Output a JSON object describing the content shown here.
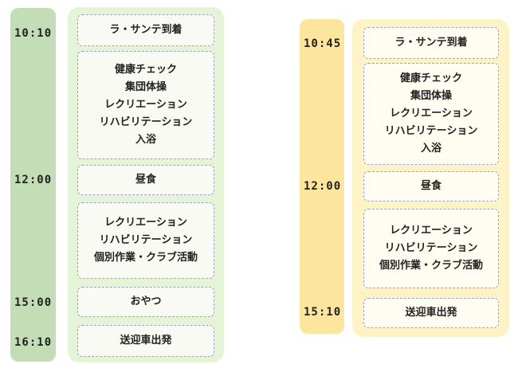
{
  "left": {
    "times": [
      "10:10",
      "12:00",
      "15:00",
      "16:10"
    ],
    "blocks": [
      {
        "lines": [
          "ラ・サンテ到着"
        ]
      },
      {
        "lines": [
          "健康チェック",
          "集団体操",
          "レクリエーション",
          "リハビリテーション",
          "入浴"
        ]
      },
      {
        "lines": [
          "昼食"
        ]
      },
      {
        "lines": [
          "レクリエーション",
          "リハビリテーション",
          "個別作業・クラブ活動"
        ]
      },
      {
        "lines": [
          "おやつ"
        ]
      },
      {
        "lines": [
          "送迎車出発"
        ]
      }
    ]
  },
  "right": {
    "times": [
      "10:45",
      "12:00",
      "15:10"
    ],
    "blocks": [
      {
        "lines": [
          "ラ・サンテ到着"
        ]
      },
      {
        "lines": [
          "健康チェック",
          "集団体操",
          "レクリエーション",
          "リハビリテーション",
          "入浴"
        ]
      },
      {
        "lines": [
          "昼食"
        ]
      },
      {
        "lines": [
          "レクリエーション",
          "リハビリテーション",
          "個別作業・クラブ活動"
        ]
      },
      {
        "lines": [
          "送迎車出発"
        ]
      }
    ]
  }
}
